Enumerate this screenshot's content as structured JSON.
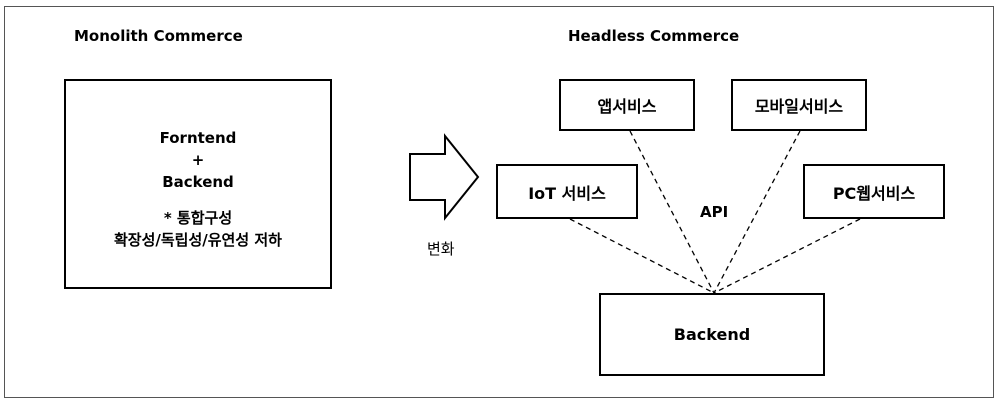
{
  "left_section": {
    "title": "Monolith Commerce",
    "box_lines": [
      "Forntend",
      "+",
      "Backend"
    ],
    "note_lines": [
      "* 통합구성",
      "확장성/독립성/유연성 저하"
    ]
  },
  "transition_label": "변화",
  "right_section": {
    "title": "Headless Commerce",
    "services": {
      "app": "앱서비스",
      "mobile": "모바일서비스",
      "iot": "IoT 서비스",
      "pcweb": "PC웹서비스"
    },
    "api_label": "API",
    "backend": "Backend"
  }
}
